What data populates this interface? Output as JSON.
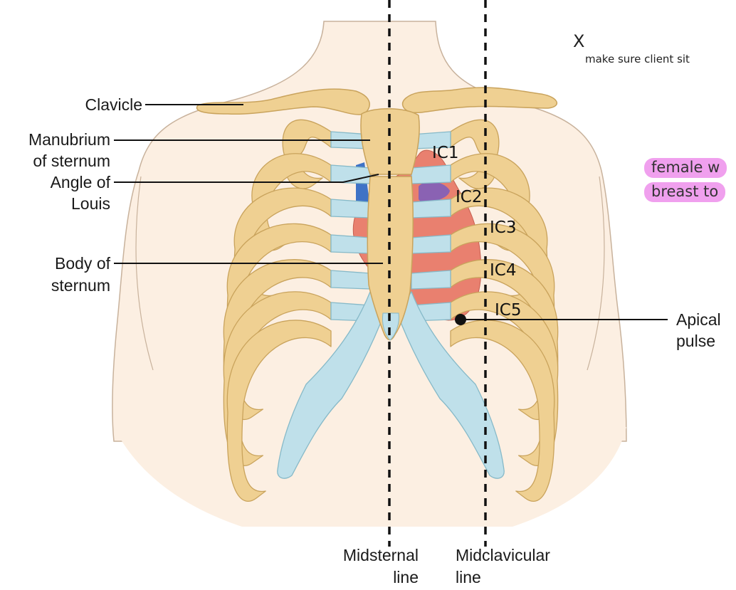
{
  "labels": {
    "clavicle": "Clavicle",
    "manubrium_l1": "Manubrium",
    "manubrium_l2": "of sternum",
    "angle_l1": "Angle of",
    "angle_l2": "Louis",
    "body_l1": "Body of",
    "body_l2": "sternum",
    "apical_l1": "Apical",
    "apical_l2": "pulse",
    "midsternal_l1": "Midsternal",
    "midsternal_l2": "line",
    "midclavicular_l1": "Midclavicular",
    "midclavicular_l2": "line"
  },
  "intercostal": [
    "IC1",
    "IC2",
    "IC3",
    "IC4",
    "IC5"
  ],
  "annotations": {
    "mark": "X",
    "note": "make sure client sit",
    "highlight_1": "female w",
    "highlight_2": "breast to"
  },
  "colors": {
    "bone": "#efd092",
    "bone_stroke": "#c9a35c",
    "cartilage": "#bfe0ea",
    "cartilage_stroke": "#86b9c8",
    "skin": "#fcefe2",
    "skin_stroke": "#c8b29c",
    "heart": "#e9806f",
    "aorta": "#8a62b3",
    "vein": "#3f73c6",
    "highlight": "#f0a0ee"
  }
}
